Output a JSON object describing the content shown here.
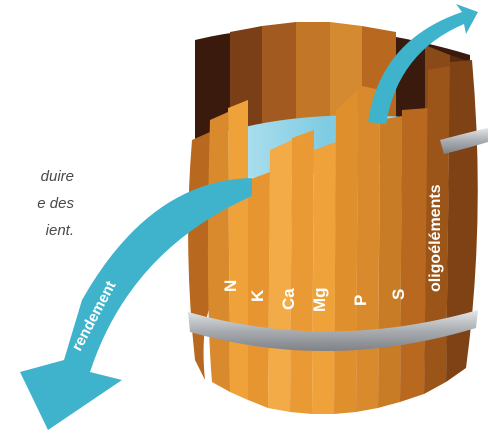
{
  "side_text": {
    "line1": "duire",
    "line2": "e des",
    "line3": "ient."
  },
  "arrows": {
    "yield_label": "rendement"
  },
  "nutrients": [
    "N",
    "K",
    "Ca",
    "Mg",
    "P",
    "S",
    "oligoéléments"
  ],
  "colors": {
    "stave_light": "#f0a23a",
    "stave_mid": "#d98a2c",
    "stave_dark": "#b8691f",
    "interior": "#3a1a0c",
    "water": "#8fd3e8",
    "hoop": "#b9bcbf",
    "arrow": "#3fb3cc",
    "label": "#ffffff"
  }
}
